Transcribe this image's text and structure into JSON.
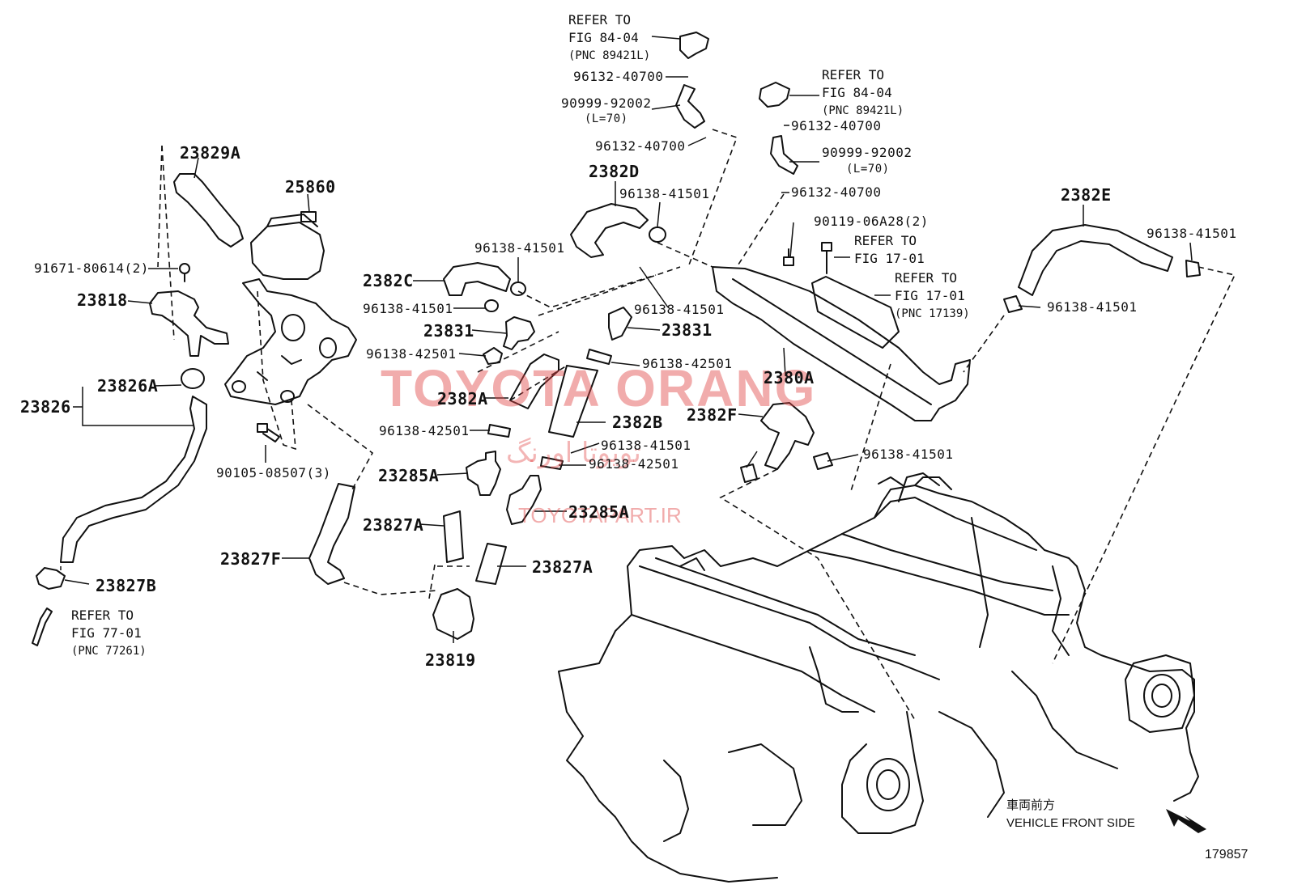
{
  "watermark": {
    "brand": "TOYOTA ORANG",
    "persian": "تویوتا اورنگ",
    "site": "TOYOTAPART.IR"
  },
  "parts": {
    "p23829A": "23829A",
    "p25860": "25860",
    "p91671": "91671-80614(2)",
    "p23818": "23818",
    "p23826A": "23826A",
    "p23826": "23826",
    "p90105": "90105-08507(3)",
    "p23827B": "23827B",
    "p2382C": "2382C",
    "p96138_41501_a": "96138-41501",
    "p96138_41501_b": "96138-41501",
    "p23831_a": "23831",
    "p96138_42501_a": "96138-42501",
    "p2382A": "2382A",
    "p96138_42501_b": "96138-42501",
    "p23285A_a": "23285A",
    "p23827A_a": "23827A",
    "p23827F": "23827F",
    "p23819": "23819",
    "p23827A_b": "23827A",
    "p23285A_b": "23285A",
    "p96138_42501_c": "96138-42501",
    "p96138_41501_c": "96138-41501",
    "p2382B": "2382B",
    "p96138_42501_d": "96138-42501",
    "p23831_b": "23831",
    "p96138_41501_d": "96138-41501",
    "p2382D": "2382D",
    "p96138_41501_e": "96138-41501",
    "p96132_40700_a": "96132-40700",
    "p90999_a": "90999-92002",
    "p96132_40700_b": "96132-40700",
    "p96132_40700_c": "96132-40700",
    "p90999_b": "90999-92002",
    "p96132_40700_d": "96132-40700",
    "p90119": "90119-06A28(2)",
    "p2380A": "2380A",
    "p2382F": "2382F",
    "p96138_41501_f": "96138-41501",
    "p2382E": "2382E",
    "p96138_41501_g": "96138-41501",
    "p96138_41501_h": "96138-41501"
  },
  "lengths": {
    "l1": "(L=70)",
    "l2": "(L=70)"
  },
  "refs": {
    "r1": {
      "line1": "REFER TO",
      "line2": "FIG 84-04",
      "pnc": "(PNC 89421L)"
    },
    "r2": {
      "line1": "REFER TO",
      "line2": "FIG 84-04",
      "pnc": "(PNC 89421L)"
    },
    "r3": {
      "line1": "REFER TO",
      "line2": "FIG 17-01"
    },
    "r4": {
      "line1": "REFER TO",
      "line2": "FIG 17-01",
      "pnc": "(PNC 17139)"
    },
    "r5": {
      "line1": "REFER TO",
      "line2": "FIG 77-01",
      "pnc": "(PNC 77261)"
    }
  },
  "direction": {
    "japanese": "車両前方",
    "english": "VEHICLE FRONT SIDE"
  },
  "figure_number": "179857"
}
